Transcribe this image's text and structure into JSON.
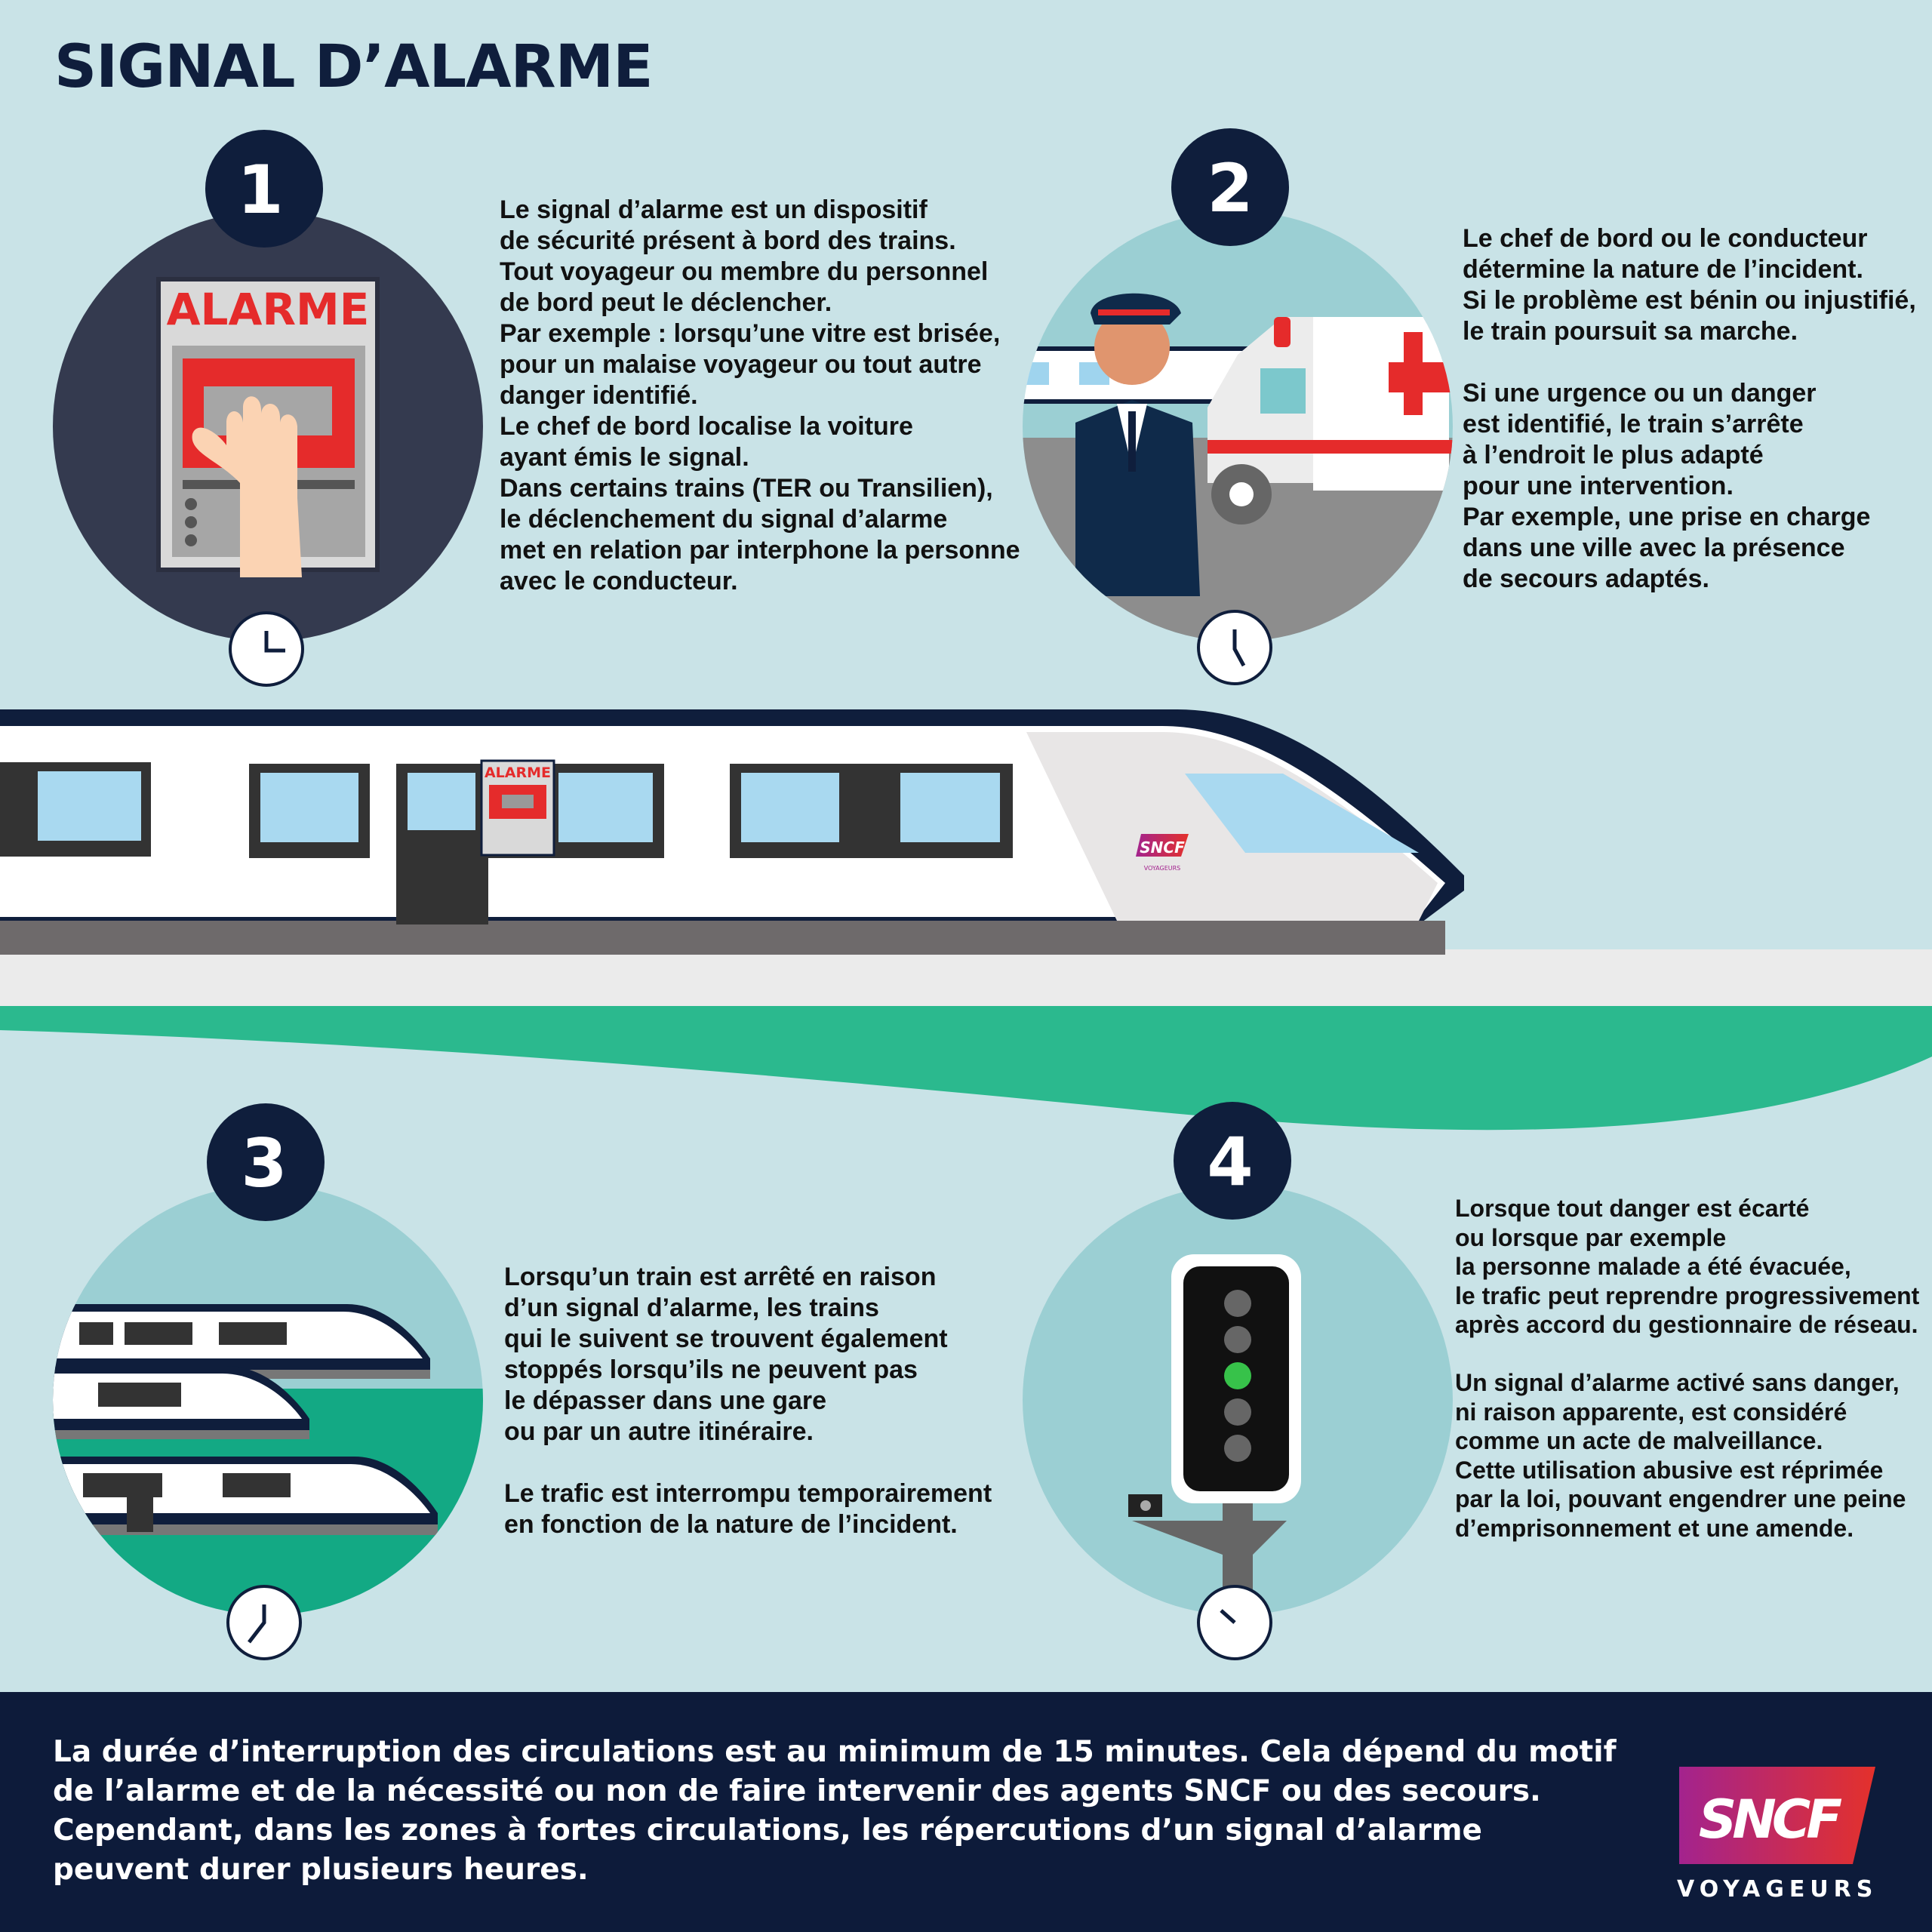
{
  "title": "SIGNAL D’ALARME",
  "steps": [
    {
      "number": "1",
      "illustration_label": "ALARME",
      "text": "Le signal d’alarme est un dispositif\nde sécurité présent à bord des trains.\nTout voyageur ou membre du personnel\nde bord peut le déclencher.\nPar exemple : lorsqu’une vitre est brisée,\npour un malaise voyageur ou tout autre\ndanger identifié.\nLe chef de bord localise la voiture\nayant émis le signal.\nDans certains trains (TER ou Transilien),\nle déclenchement du signal d’alarme\nmet en relation par interphone la personne\navec le conducteur."
    },
    {
      "number": "2",
      "text": "Le chef de bord ou le conducteur\ndétermine la nature de l’incident.\nSi le problème est bénin ou injustifié,\nle train poursuit sa marche.\n\nSi une urgence ou un danger\nest identifié, le train s’arrête\nà l’endroit le plus adapté\npour une intervention.\nPar exemple, une prise en charge\ndans une ville avec la présence\nde secours adaptés."
    },
    {
      "number": "3",
      "text": "Lorsqu’un train est arrêté en raison\nd’un signal d’alarme, les trains\nqui le suivent se trouvent également\nstoppés lorsqu’ils ne peuvent pas\nle dépasser dans une gare\nou par un autre itinéraire.\n\nLe trafic est interrompu temporairement\nen fonction de la nature de l’incident."
    },
    {
      "number": "4",
      "text": "Lorsque tout danger est écarté\nou lorsque par exemple\nla personne malade a été évacuée,\nle trafic peut reprendre progressivement\naprès accord du gestionnaire de réseau.\n\nUn signal d’alarme activé sans danger,\nni raison apparente, est considéré\ncomme un acte de malveillance.\nCette utilisation abusive est réprimée\npar la loi, pouvant engendrer une peine\nd’emprisonnement et une amende."
    }
  ],
  "train": {
    "alarm_label": "ALARME",
    "logo": "SNCF",
    "logo_sub": "VOYAGEURS"
  },
  "footer": {
    "text": "La durée d’interruption des circulations est au minimum de 15 minutes. Cela dépend du motif de l’alarme et de la nécessité ou non de faire intervenir des agents SNCF ou des secours. Cependant, dans les zones à fortes circulations, les répercutions d’un signal d’alarme peuvent durer plusieurs heures.",
    "logo": "SNCF",
    "logo_sub": "VOYAGEURS"
  },
  "colors": {
    "navy": "#0f1e3c",
    "background": "#c9e3e7",
    "green": "#2bb98e",
    "red": "#e52b2b",
    "teal": "#9bcfd3"
  }
}
